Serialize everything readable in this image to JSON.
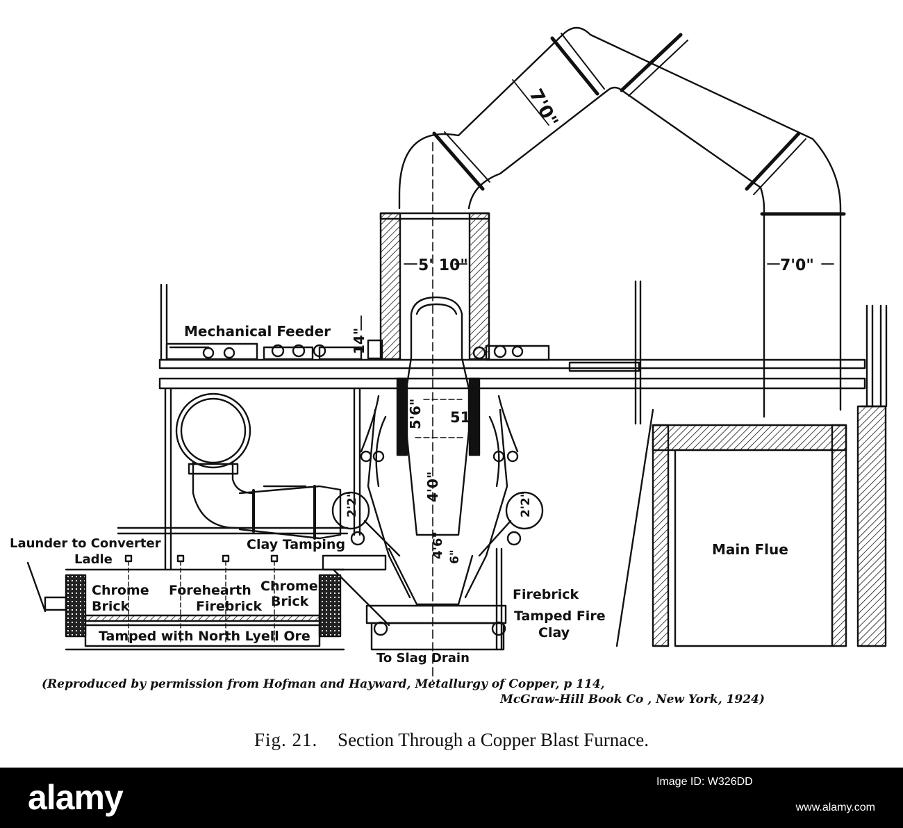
{
  "labels": {
    "mechanical_feeder": "Mechanical Feeder",
    "launder_line1": "Launder to Converter",
    "launder_line2": "Ladle",
    "chrome_brick_left_1": "Chrome",
    "chrome_brick_left_2": "Brick",
    "forehearth": "Forehearth",
    "firebrick_forehearth": "Firebrick",
    "chrome_brick_right_1": "Chrome",
    "chrome_brick_right_2": "Brick",
    "tamped_north_lyell": "Tamped with North Lyell Ore",
    "clay_tamping": "Clay Tamping",
    "to_slag_drain": "To Slag Drain",
    "firebrick_right": "Firebrick",
    "tamped_fire_clay_1": "Tamped Fire",
    "tamped_fire_clay_2": "Clay",
    "main_flue": "Main Flue"
  },
  "dimensions": {
    "uptake_diameter": "7'0\"",
    "downtake_diameter": "7'0\"",
    "shaft_width": "5' 10\"",
    "feed_height": "14\"",
    "shaft_upper": "5'6\"",
    "shaft_51": "51\"",
    "shaft_4_0": "4'0\"",
    "shaft_4_6": "4'6\"",
    "shaft_6": "6\"",
    "bustle_left": "2'2\"",
    "bustle_right": "2'2\""
  },
  "caption": {
    "credit_line1": "(Reproduced by permission from Hofman and Hayward, Metallurgy of Copper, p 114,",
    "credit_line2": "McGraw-Hill Book Co , New York, 1924)",
    "figure_number": "Fig. 21.",
    "figure_title": "Section Through a Copper Blast Furnace."
  },
  "watermark": {
    "brand": "alamy",
    "image_id": "Image ID: W326DD",
    "site": "www.alamy.com"
  }
}
